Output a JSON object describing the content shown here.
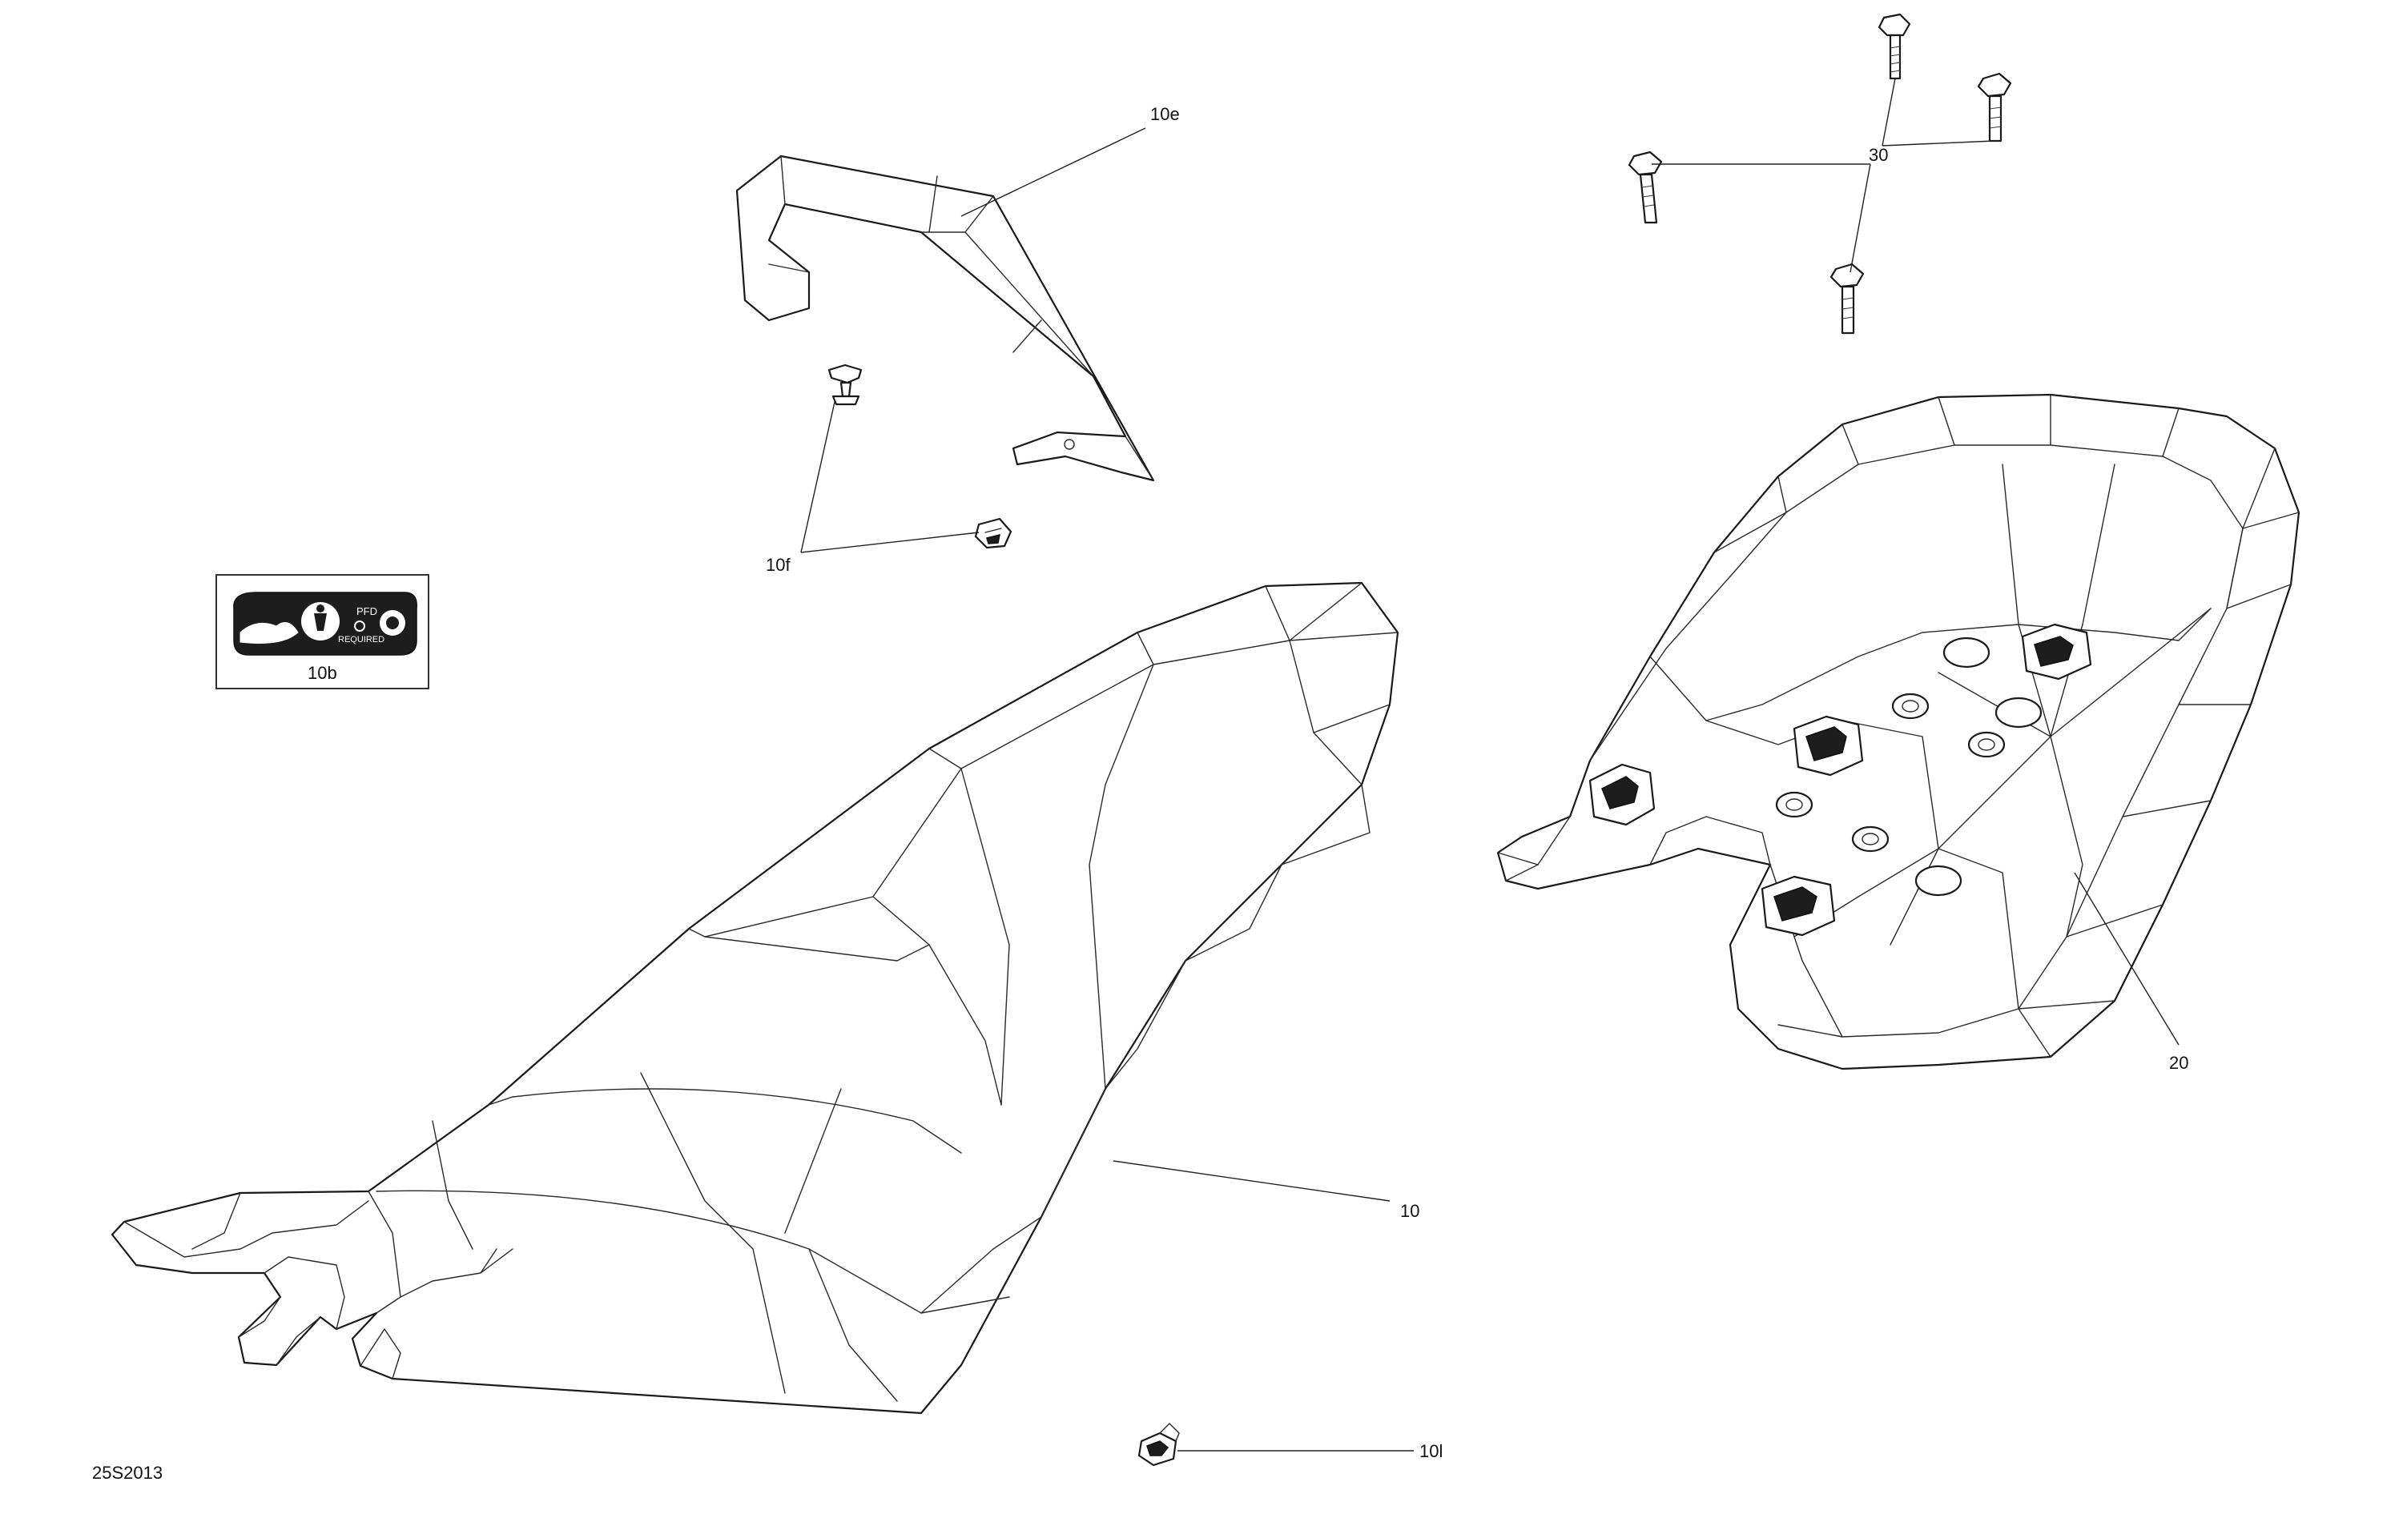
{
  "drawing_id": "25S2013",
  "callouts": {
    "c10e": "10e",
    "c10f": "10f",
    "c10b": "10b",
    "c10": "10",
    "c10l": "10l",
    "c20": "20",
    "c30": "30"
  },
  "decal_text": {
    "line1": "PFD",
    "line2": "REQUIRED"
  },
  "line_color": "#1a1a1a",
  "background": "#ffffff"
}
